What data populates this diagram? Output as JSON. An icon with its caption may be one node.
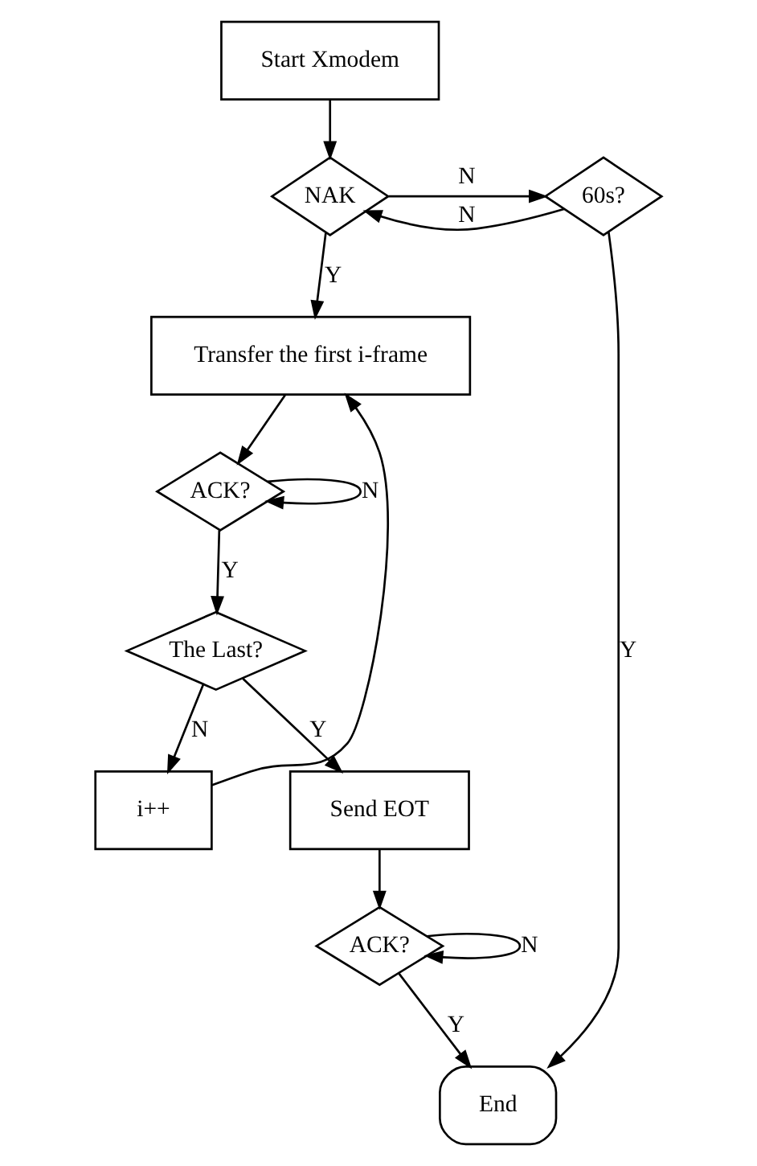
{
  "diagram": {
    "nodes": [
      {
        "text": [
          "Start Xmodem"
        ]
      },
      {
        "text": [
          "NAK"
        ]
      },
      {
        "text": [
          "60s?"
        ]
      },
      {
        "text": [
          "Transfer the first i-frame"
        ]
      },
      {
        "text": [
          "i++"
        ]
      },
      {
        "text": [
          "ACK?"
        ]
      },
      {
        "text": [
          "The Last?"
        ]
      },
      {
        "text": [
          "Send EOT"
        ]
      },
      {
        "text": [
          "ACK?"
        ]
      },
      {
        "text": [
          "End"
        ]
      }
    ],
    "edges": [
      {
        "from": 0,
        "to": 1,
        "arrow": "to"
      },
      {
        "from": 1,
        "to": 2,
        "arrow": "to",
        "label": "N"
      },
      {
        "from": 2,
        "to": 1,
        "arrow": "to",
        "label": "N"
      },
      {
        "from": 1,
        "to": 3,
        "arrow": "to",
        "label": "Y"
      },
      {
        "from": 2,
        "to": 9,
        "arrow": "to",
        "label": "Y"
      },
      {
        "from": 3,
        "to": 5,
        "arrow": "to"
      },
      {
        "from": 5,
        "to": 5,
        "arrow": "to",
        "label": "N"
      },
      {
        "from": 5,
        "to": 6,
        "arrow": "to",
        "label": "Y"
      },
      {
        "from": 6,
        "to": 4,
        "arrow": "to",
        "label": "N"
      },
      {
        "from": 4,
        "to": 3,
        "arrow": "to"
      },
      {
        "from": 6,
        "to": 7,
        "arrow": "to",
        "label": "Y"
      },
      {
        "from": 7,
        "to": 8,
        "arrow": "to"
      },
      {
        "from": 8,
        "to": 8,
        "arrow": "to",
        "label": "N"
      },
      {
        "from": 8,
        "to": 9,
        "arrow": "to",
        "label": "Y"
      }
    ]
  }
}
